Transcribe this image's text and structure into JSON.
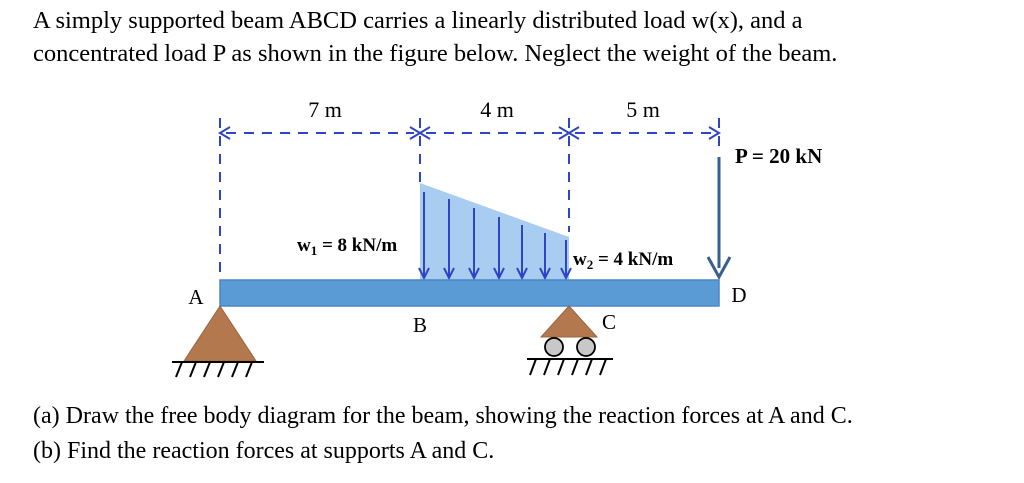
{
  "problem": {
    "line1": "A simply supported beam ABCD carries a linearly distributed load w(x), and a",
    "line2": "concentrated load P as shown in the figure below. Neglect the weight of the beam."
  },
  "figure": {
    "dimensions": [
      "7 m",
      "4 m",
      "5 m"
    ],
    "points": {
      "A": "A",
      "B": "B",
      "C": "C",
      "D": "D"
    },
    "w1": {
      "base": "w",
      "sub": "1",
      "rest": " = 8 kN/m"
    },
    "w2": {
      "base": "w",
      "sub": "2",
      "rest": " = 4 kN/m"
    },
    "load_P": "P = 20 kN",
    "colors": {
      "beam": "#5b9bd5",
      "beam_edge": "#4a86c8",
      "dist_load_fill": "#a9cdf0",
      "support": "#b4784f",
      "arrow_blue": "#2f45c8",
      "load_arrow": "#3a5f8c"
    }
  },
  "questions": {
    "a": "(a) Draw the free body diagram for the beam, showing the reaction forces at A and C.",
    "b": "(b) Find the reaction forces at supports A and C."
  }
}
